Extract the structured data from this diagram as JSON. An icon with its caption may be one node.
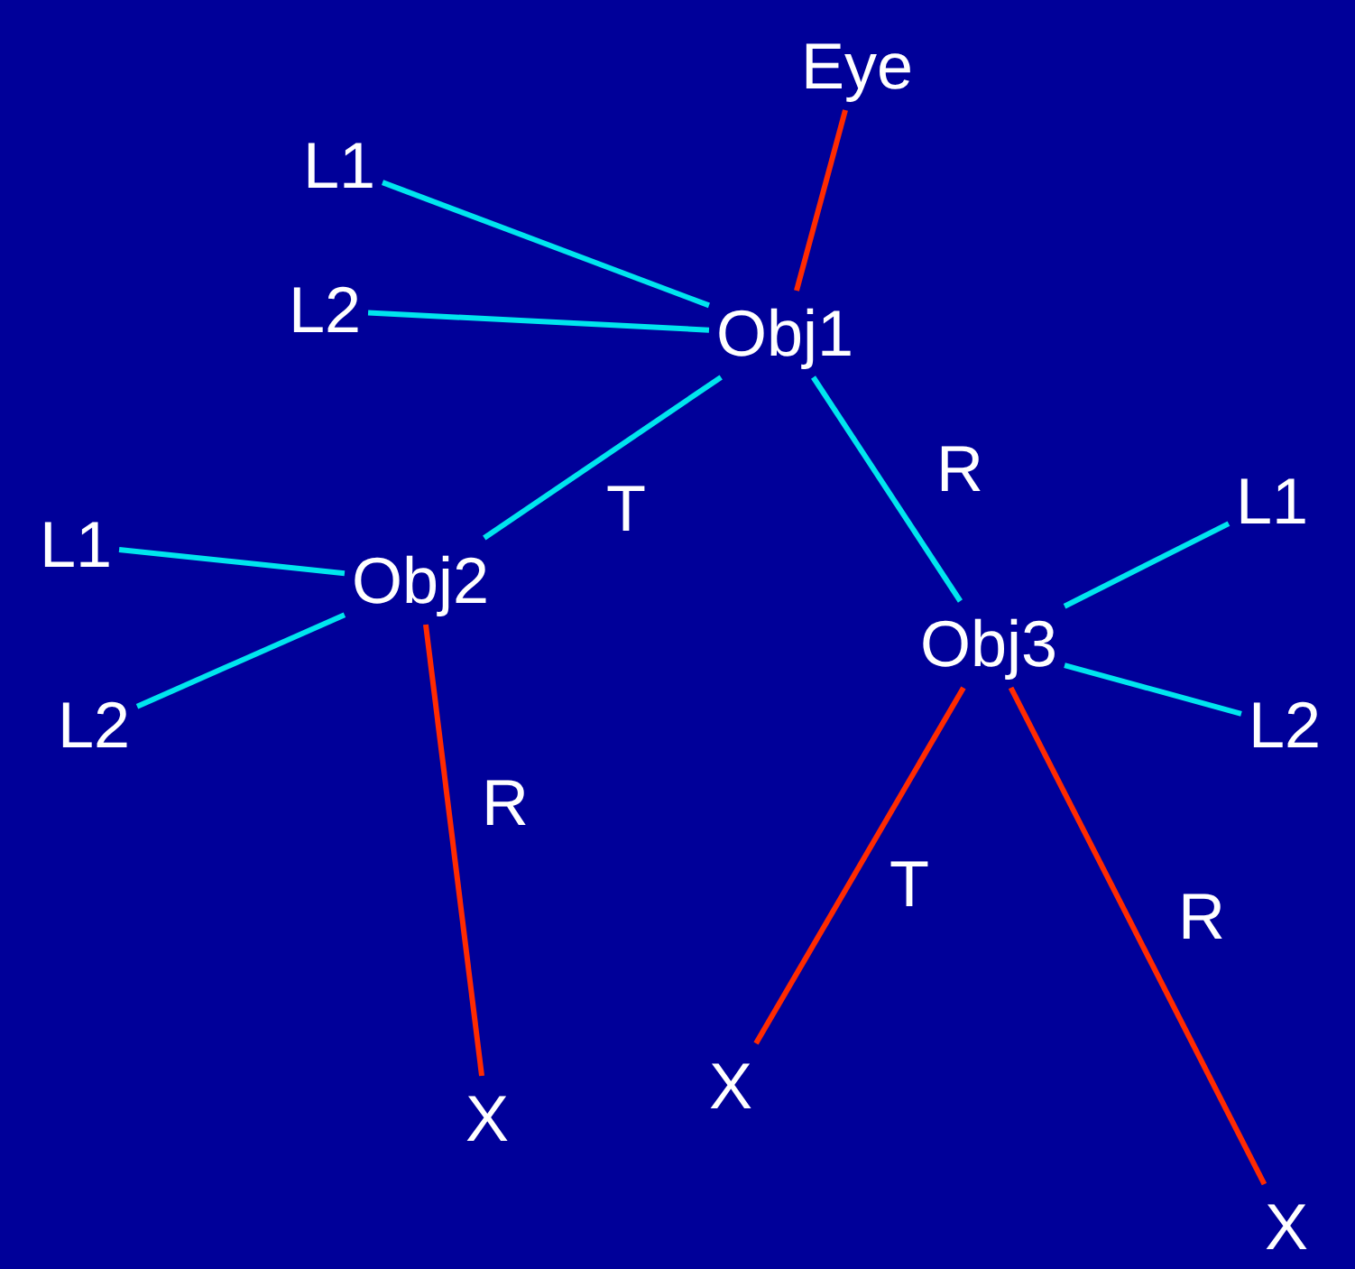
{
  "diagram": {
    "nodes": [
      {
        "text": [
          "Eye"
        ]
      },
      {
        "text": [
          "L1"
        ]
      },
      {
        "text": [
          "L2"
        ]
      },
      {
        "text": [
          "Obj1"
        ]
      },
      {
        "text": [
          "L1"
        ]
      },
      {
        "text": [
          "Obj2"
        ]
      },
      {
        "text": [
          "L2"
        ]
      },
      {
        "text": [
          "Obj3"
        ]
      },
      {
        "text": [
          "L1"
        ]
      },
      {
        "text": [
          "L2"
        ]
      },
      {
        "text": [
          "X"
        ]
      },
      {
        "text": [
          "X"
        ]
      },
      {
        "text": [
          "X"
        ]
      }
    ],
    "edges": [
      {
        "from": 0,
        "to": 3,
        "arrow": "none",
        "color": "#ff2a00"
      },
      {
        "from": 1,
        "to": 3,
        "arrow": "none"
      },
      {
        "from": 2,
        "to": 3,
        "arrow": "none"
      },
      {
        "from": 3,
        "to": 5,
        "arrow": "none",
        "label": "T"
      },
      {
        "from": 3,
        "to": 7,
        "arrow": "none",
        "label": "R"
      },
      {
        "from": 5,
        "to": 4,
        "arrow": "none"
      },
      {
        "from": 5,
        "to": 6,
        "arrow": "none"
      },
      {
        "from": 7,
        "to": 8,
        "arrow": "none"
      },
      {
        "from": 7,
        "to": 9,
        "arrow": "none"
      },
      {
        "from": 5,
        "to": 10,
        "arrow": "none",
        "label": "R",
        "color": "#ff2a00"
      },
      {
        "from": 7,
        "to": 11,
        "arrow": "none",
        "label": "T",
        "color": "#ff2a00"
      },
      {
        "from": 7,
        "to": 12,
        "arrow": "none",
        "label": "R",
        "color": "#ff2a00"
      }
    ]
  }
}
